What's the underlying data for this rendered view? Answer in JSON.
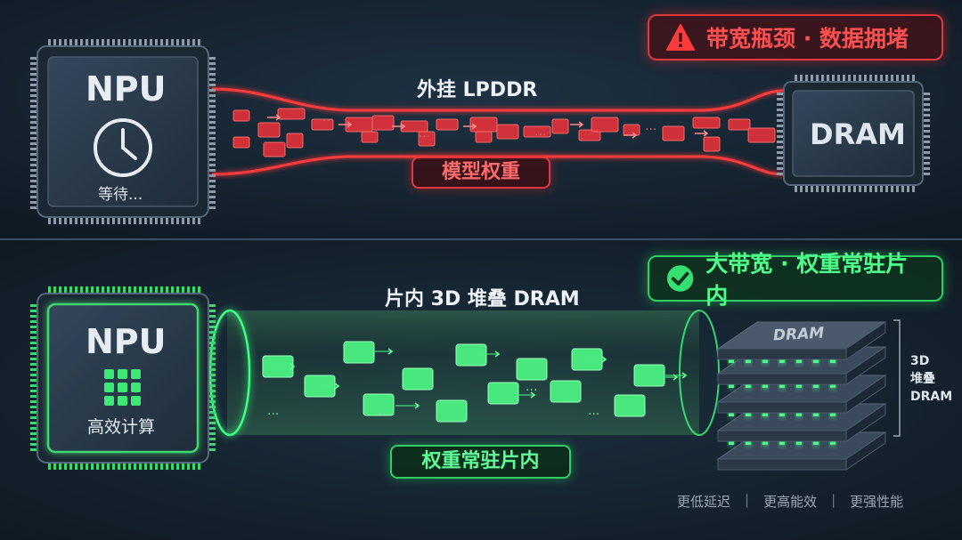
{
  "top": {
    "warning_badge": "带宽瓶颈 · 数据拥堵",
    "npu_title": "NPU",
    "npu_status": "等待...",
    "link_title": "外挂 LPDDR",
    "flow_label": "模型权重",
    "dram_title": "DRAM"
  },
  "bottom": {
    "ok_badge": "大带宽 · 权重常驻片内",
    "npu_title": "NPU",
    "npu_status": "高效计算",
    "link_title": "片内 3D 堆叠 DRAM",
    "flow_label": "权重常驻片内",
    "stack_top_label": "DRAM",
    "stack_side_label": [
      "3D",
      "堆叠",
      "DRAM"
    ]
  },
  "footer": [
    "更低延迟",
    "更高能效",
    "更强性能"
  ],
  "colors": {
    "background": "#14202d",
    "congestion_red": "#e0393c",
    "bandwidth_green": "#2fcf64",
    "chip_body": "#2b3a4a"
  },
  "icons": {
    "warning": "warning-triangle-icon",
    "ok": "check-circle-icon",
    "waiting": "clock-icon",
    "computing": "grid-dots-icon"
  }
}
